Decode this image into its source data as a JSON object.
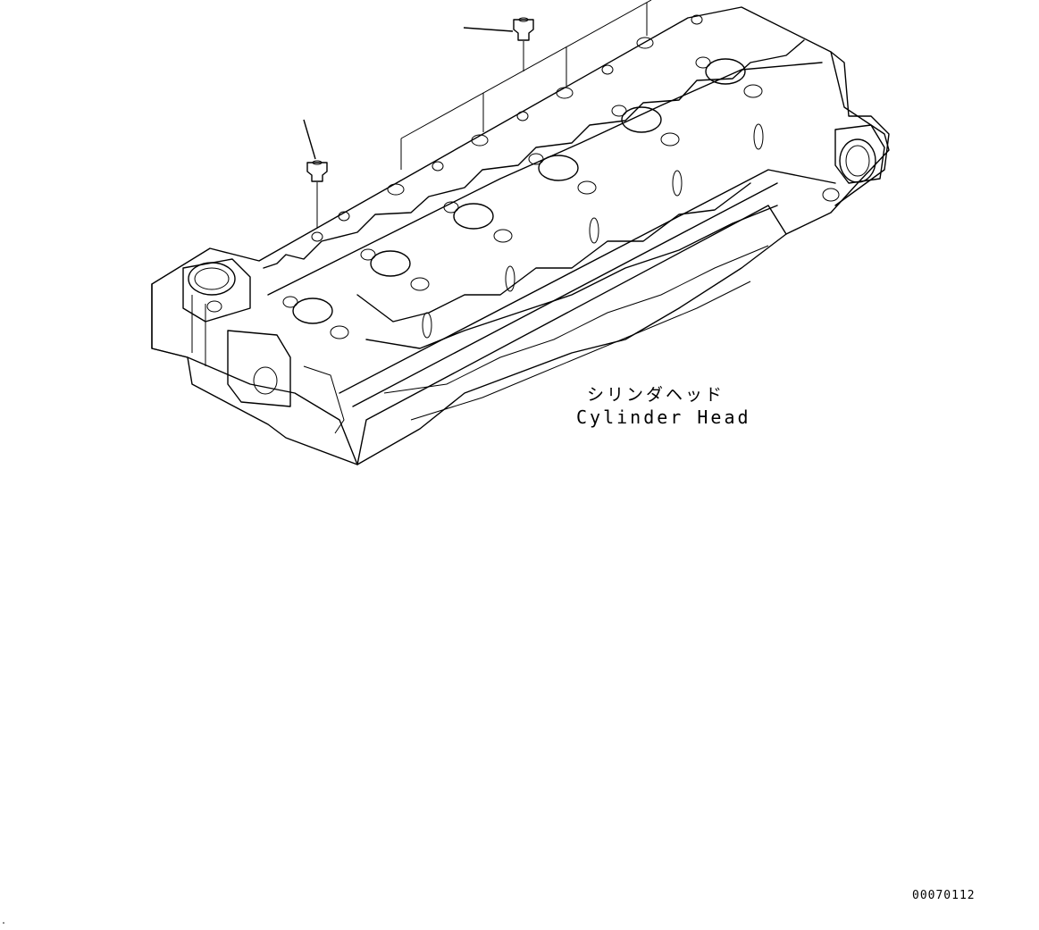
{
  "labels": {
    "part_name_jp": "シリンダヘッド",
    "part_name_en": "Cylinder Head"
  },
  "document_id": "00070112"
}
